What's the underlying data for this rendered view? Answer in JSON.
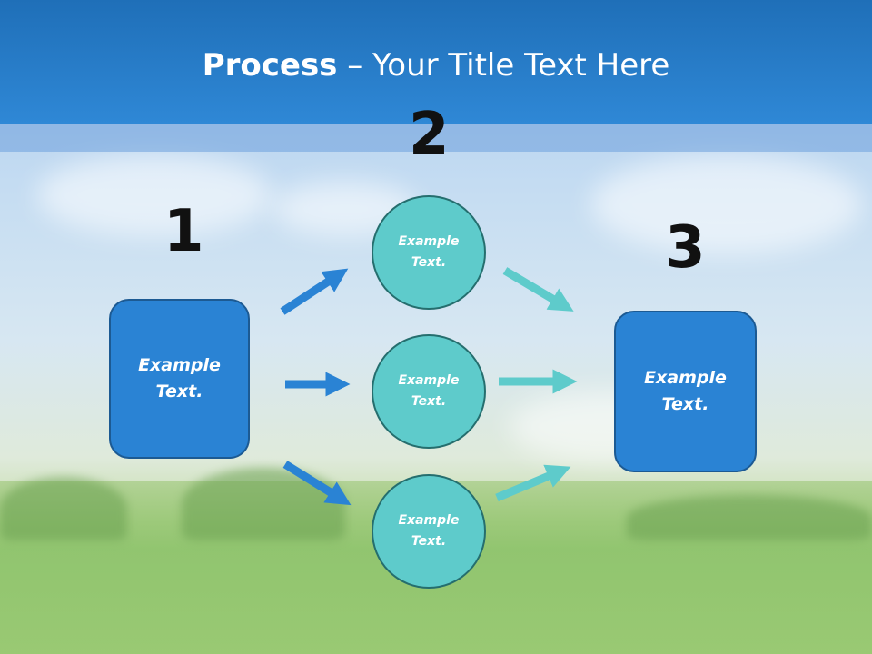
{
  "slide": {
    "title_bold": "Process",
    "title_rest": " – Your Title Text Here",
    "steps": [
      {
        "number": "1",
        "text": "Example Text."
      },
      {
        "number": "2",
        "items": [
          {
            "text": "Example Text."
          },
          {
            "text": "Example Text."
          },
          {
            "text": "Example Text."
          }
        ]
      },
      {
        "number": "3",
        "text": "Example Text."
      }
    ]
  },
  "colors": {
    "header": "#2f88d6",
    "box_fill": "#2a83d4",
    "circle_fill": "#5ecbcb",
    "arrow_blue": "#2a83d4",
    "arrow_teal": "#5ecbcb"
  }
}
